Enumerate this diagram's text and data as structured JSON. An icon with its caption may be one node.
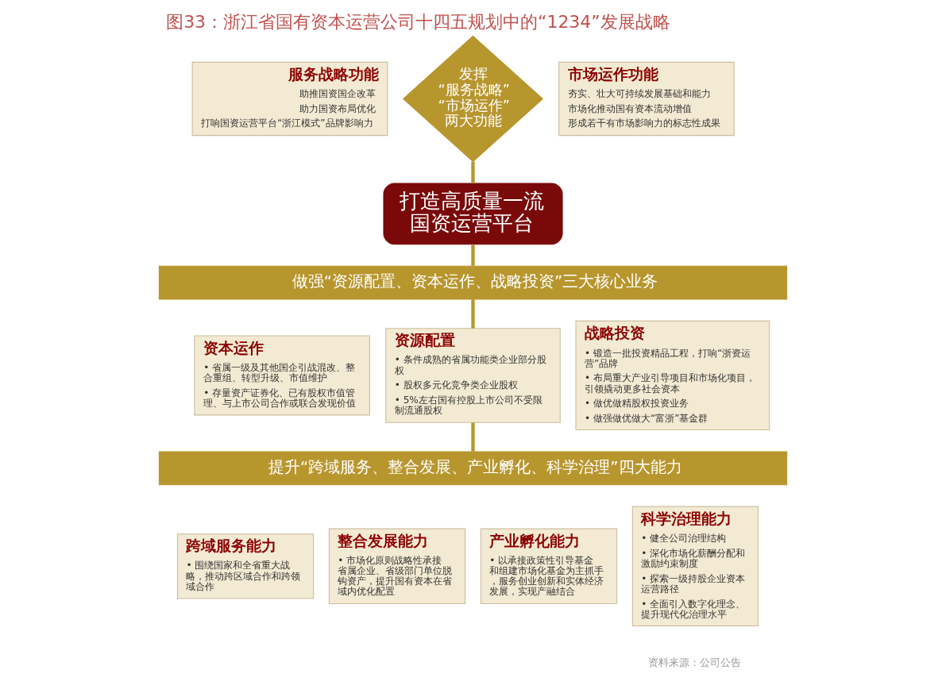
{
  "diagram": {
    "title": "图33：浙江省国有资本运营公司十四五规划中的“1234”发展战略",
    "nodes": [
      {
        "text": [
          "服务战略功能",
          "助推国资国企改革",
          "助力国资布局优化",
          "打响国资运营平台“浙江模式”品牌影响力"
        ]
      },
      {
        "text": [
          "发挥“服务战略”“市场运作”两大功能"
        ]
      },
      {
        "text": [
          "市场运作功能",
          "夯实、壮大可持续发展基础和能力",
          "市场化推动国有资本流动增值",
          "形成若干有市场影响力的标志性成果"
        ]
      },
      {
        "text": [
          "打造高质量一流国资运营平台"
        ]
      },
      {
        "text": [
          "做强“资源配置、资本运作、战略投资”三大核心业务"
        ]
      },
      {
        "text": [
          "资本运作",
          "• 省属一级及其他国企引战混改、整合重组、转型升级、市值维护",
          "• 存量资产证券化、已有股权市值管理、与上市公司合作或联合发现价值"
        ]
      },
      {
        "text": [
          "资源配置",
          "• 条件成熟的省属功能类企业部分股权",
          "• 股权多元化竞争类企业股权",
          "• 5%左右国有控股上市公司不受限制流通股权"
        ]
      },
      {
        "text": [
          "战略投资",
          "• 锻造一批投资精品工程，打响“浙资运营”品牌",
          "• 布局重大产业引导项目和市场化项目，引领撬动更多社会资本",
          "• 做优做精股权投资业务",
          "• 做强做优做大“富浙”基金群"
        ]
      },
      {
        "text": [
          "提升“跨域服务、整合发展、产业孵化、科学治理”四大能力"
        ]
      },
      {
        "text": [
          "跨域服务能力",
          "• 围绕国家和全省重大战略，推动跨区域合作和跨领域合作"
        ]
      },
      {
        "text": [
          "整合发展能力",
          "• 市场化原则战略性承接省属企业、省级部门单位脱钩资产，提升国有资本在省域内优化配置"
        ]
      },
      {
        "text": [
          "产业孵化能力",
          "• 以承接政策性引导基金和组建市场化基金为主抓手，服务创业创新和实体经济发展，实现产融结合"
        ]
      },
      {
        "text": [
          "科学治理能力",
          "• 健全公司治理结构",
          "• 深化市场化薪酬分配和激励约束制度",
          "• 探索一级持股企业资本运营路径",
          "• 全面引入数字化理念、提升现代化治理水平"
        ]
      }
    ],
    "edges": [
      {
        "from": 1,
        "to": 3,
        "arrow": "none"
      },
      {
        "from": 3,
        "to": 4,
        "arrow": "none"
      },
      {
        "from": 4,
        "to": 6,
        "arrow": "none"
      },
      {
        "from": 6,
        "to": 8,
        "arrow": "none"
      }
    ],
    "labels": [
      "资料来源：公司公告"
    ]
  }
}
